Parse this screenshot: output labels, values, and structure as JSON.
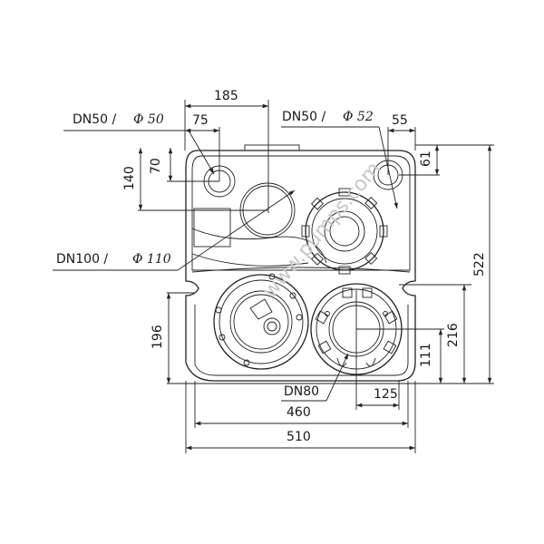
{
  "labels": {
    "dn50_left": "DN50 /",
    "phi50": "Φ 50",
    "dn50_right": "DN50 /",
    "phi52": "Φ 52",
    "dn100": "DN100 /",
    "phi110": "Φ 110",
    "dn80": "DN80"
  },
  "dimensions": {
    "d185": "185",
    "d75": "75",
    "d55": "55",
    "d70": "70",
    "d140": "140",
    "d61": "61",
    "d522": "522",
    "d196": "196",
    "d216": "216",
    "d111": "111",
    "d125": "125",
    "d460": "460",
    "d510": "510"
  },
  "watermark": "www.pumps.com"
}
